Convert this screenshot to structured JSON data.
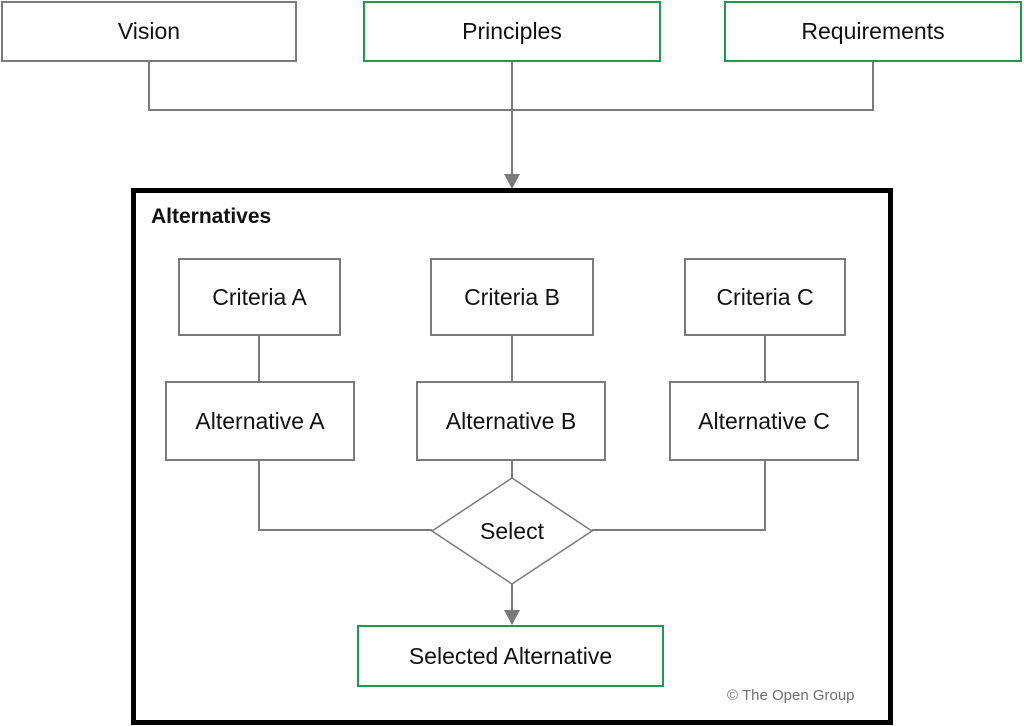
{
  "inputs": {
    "vision": "Vision",
    "principles": "Principles",
    "requirements": "Requirements"
  },
  "alternatives_panel": {
    "title": "Alternatives",
    "criteria": [
      "Criteria A",
      "Criteria B",
      "Criteria C"
    ],
    "alternatives": [
      "Alternative A",
      "Alternative B",
      "Alternative C"
    ],
    "decision": "Select",
    "result": "Selected Alternative"
  },
  "copyright": "© The Open Group",
  "colors": {
    "connector": "#7a7a7a",
    "gray_border": "#7a7a7a",
    "green_border": "#1e9a4e",
    "container_border": "#000000"
  }
}
